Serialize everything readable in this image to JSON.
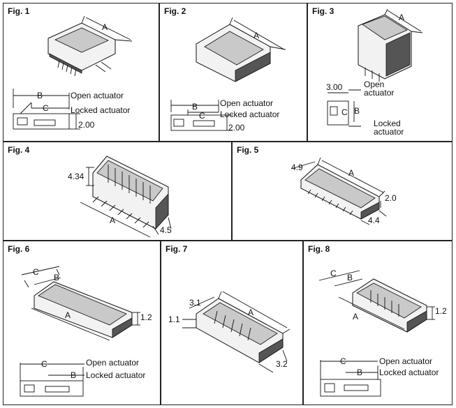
{
  "figures": [
    {
      "title": "Fig. 1",
      "labels": {
        "a": "A",
        "b": "B",
        "c": "C",
        "open": "Open actuator",
        "locked": "Locked actuator",
        "height": "2.00"
      }
    },
    {
      "title": "Fig. 2",
      "labels": {
        "a": "A",
        "b": "B",
        "c": "C",
        "open": "Open actuator",
        "locked": "Locked actuator",
        "height": "2.00"
      }
    },
    {
      "title": "Fig. 3",
      "labels": {
        "a": "A",
        "b": "B",
        "c": "C",
        "open1": "Open",
        "open2": "actuator",
        "locked1": "Locked",
        "locked2": "actuator",
        "width": "3.00"
      }
    },
    {
      "title": "Fig. 4",
      "labels": {
        "a": "A",
        "height": "4.34",
        "depth": "4.5"
      }
    },
    {
      "title": "Fig. 5",
      "labels": {
        "a": "A",
        "pitch": "4.9",
        "height": "2.0",
        "depth": "4.4"
      }
    },
    {
      "title": "Fig. 6",
      "labels": {
        "a": "A",
        "b": "B",
        "c": "C",
        "height": "1.2",
        "open": "Open actuator",
        "locked": "Locked actuator",
        "b2": "B",
        "c2": "C"
      }
    },
    {
      "title": "Fig. 7",
      "labels": {
        "a": "A",
        "w": "3.1",
        "h": "1.1",
        "depth": "3.2"
      }
    },
    {
      "title": "Fig. 8",
      "labels": {
        "a": "A",
        "b": "B",
        "c": "C",
        "height": "1.2",
        "open": "Open actuator",
        "locked": "Locked actuator",
        "b2": "B",
        "c2": "C"
      }
    }
  ]
}
